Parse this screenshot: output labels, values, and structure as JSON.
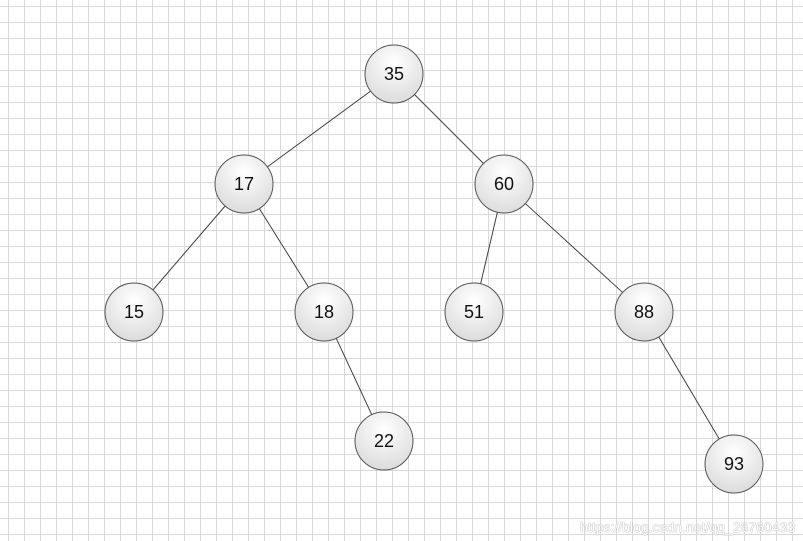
{
  "tree": {
    "nodes": [
      {
        "id": "35",
        "label": "35"
      },
      {
        "id": "17",
        "label": "17"
      },
      {
        "id": "60",
        "label": "60"
      },
      {
        "id": "15",
        "label": "15"
      },
      {
        "id": "18",
        "label": "18"
      },
      {
        "id": "51",
        "label": "51"
      },
      {
        "id": "88",
        "label": "88"
      },
      {
        "id": "22",
        "label": "22"
      },
      {
        "id": "93",
        "label": "93"
      }
    ],
    "edges": [
      {
        "from": "35",
        "to": "17"
      },
      {
        "from": "35",
        "to": "60"
      },
      {
        "from": "17",
        "to": "15"
      },
      {
        "from": "17",
        "to": "18"
      },
      {
        "from": "18",
        "to": "22"
      },
      {
        "from": "60",
        "to": "51"
      },
      {
        "from": "60",
        "to": "88"
      },
      {
        "from": "88",
        "to": "93"
      }
    ]
  },
  "watermark": {
    "text": "https://blog.csdn.net/qq_26760433"
  },
  "colors": {
    "grid": "#d9d9d9",
    "edge": "#404040",
    "node_fill_top": "#ffffff",
    "node_fill_bottom": "#dcdcdc",
    "node_stroke": "#555555"
  }
}
